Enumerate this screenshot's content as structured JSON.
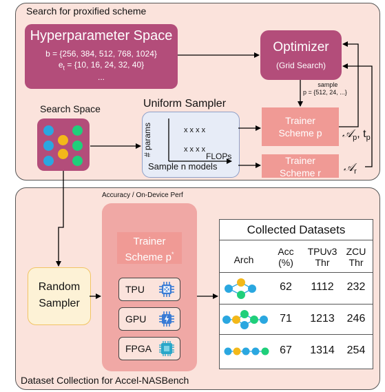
{
  "top_section": {
    "title": "Search for proxified scheme",
    "hyperparameter": {
      "title": "Hyperparameter Space",
      "b_line": "b = {256, 384, 512, 768, 1024}",
      "e_prefix": "e",
      "e_sub": "t",
      "e_rest": " = {10, 16, 24, 32, 40}",
      "ellipsis": "..."
    },
    "optimizer": {
      "title": "Optimizer",
      "subtitle": "(Grid Search)"
    },
    "sample_note": {
      "line1": "sample",
      "line2": "p = {512, 24, ...}"
    },
    "search_space": {
      "label": "Search Space"
    },
    "uniform_sampler": {
      "title": "Uniform Sampler",
      "y_axis": "# params",
      "x_axis": "FLOPs",
      "marks_row1": "x x x x",
      "marks_row2": "x x x x",
      "caption": "Sample n models"
    },
    "trainer_p": {
      "line1": "Trainer",
      "line2": "Scheme p"
    },
    "trainer_r": {
      "line1": "Trainer",
      "line2": "Scheme r"
    },
    "output_p": {
      "sym": "𝒜",
      "sub": "p",
      "rest": ", t",
      "sub2": "p"
    },
    "output_r": {
      "sym": "𝒜",
      "sub": "r"
    }
  },
  "bottom_section": {
    "title": "Dataset Collection for Accel-NASBench",
    "perf_label": "Accuracy / On-Device Perf",
    "random_sampler": {
      "line1": "Random",
      "line2": "Sampler"
    },
    "trainer_pstar": {
      "line1": "Trainer",
      "line2": "Scheme p",
      "sup": "*"
    },
    "hardware": [
      {
        "label": "TPU",
        "icon": "tpu-chip-icon",
        "color": "#3a7bd5"
      },
      {
        "label": "GPU",
        "icon": "gpu-bolt-icon",
        "color": "#3a7bd5"
      },
      {
        "label": "FPGA",
        "icon": "fpga-chip-icon",
        "color": "#2aa7c9"
      }
    ],
    "table": {
      "title": "Collected Datasets",
      "headers": [
        {
          "l1": "Arch",
          "l2": ""
        },
        {
          "l1": "Acc",
          "l2": "(%)"
        },
        {
          "l1": "TPUv3",
          "l2": "Thr"
        },
        {
          "l1": "ZCU",
          "l2": "Thr"
        }
      ],
      "rows": [
        {
          "acc": "62",
          "tpu": "1112",
          "zcu": "232"
        },
        {
          "acc": "71",
          "tpu": "1213",
          "zcu": "246"
        },
        {
          "acc": "67",
          "tpu": "1314",
          "zcu": "254"
        }
      ]
    }
  },
  "colors": {
    "panel_bg": "#fbe3dc",
    "magenta": "#b34d7a",
    "salmon": "#f09a95",
    "dot_blue": "#2aa7e0",
    "dot_yellow": "#f3b81a",
    "dot_green": "#1fcf7a"
  }
}
